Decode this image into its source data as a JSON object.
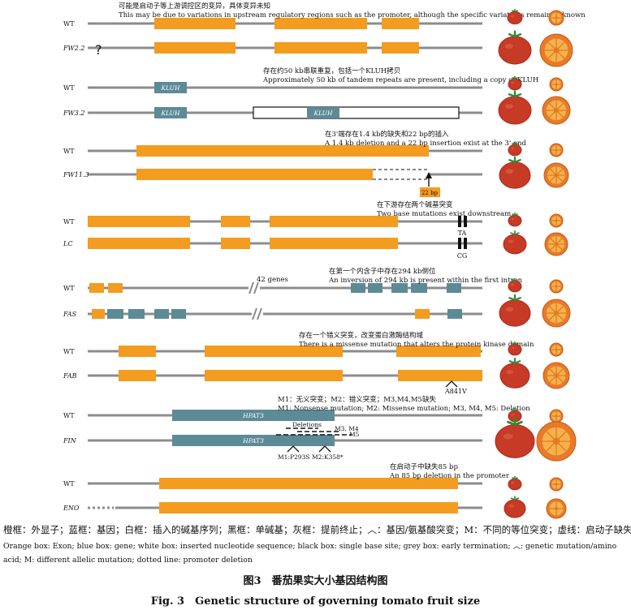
{
  "colors": {
    "exon": "#F39C1F",
    "gene": "#5D8A97",
    "line": "#8C8C8C",
    "tomato": "#C73A26",
    "tomato_dark": "#A82B1A",
    "leaf": "#2E8B3A",
    "section_cut": "#E87A2A",
    "section_inner": "#F6B14A"
  },
  "panels": [
    {
      "id": "fw22",
      "wt_label": "WT",
      "mut_label": "FW2.2",
      "note_zh": "可能是启动子等上游调控区的变异，具体变异未知",
      "note_en": "This may be due to variations in upstream regulatory regions such as the promoter, although the specific variations remain unknown",
      "mark": "?"
    },
    {
      "id": "fw32",
      "wt_label": "WT",
      "mut_label": "FW3.2",
      "note_zh": "存在约50 kb串联重复，包括一个KLUH拷贝",
      "note_en": "Approximately 50 kb of tandem repeats are present, including a copy of KLUH",
      "gene": "KLUH"
    },
    {
      "id": "fw113",
      "wt_label": "WT",
      "mut_label": "FW11.3",
      "note_zh": "在3'端存在1.4 kb的缺失和22 bp的插入",
      "note_en": "A 1.4 kb deletion and a 22 bp insertion exist at the 3' end",
      "mark": "22 bp"
    },
    {
      "id": "lc",
      "wt_label": "WT",
      "mut_label": "LC",
      "note_zh": "在下游存在两个碱基突变",
      "note_en": "Two base mutations exist downstream",
      "wt_base": "TA",
      "mut_base": "CG"
    },
    {
      "id": "fas",
      "wt_label": "WT",
      "mut_label": "FAS",
      "note_zh": "在第一个内含子中存在294 kb倒位",
      "note_en": "An inversion of 294 kb is present within the first intron",
      "mark": "42 genes"
    },
    {
      "id": "fab",
      "wt_label": "WT",
      "mut_label": "FAB",
      "note_zh": "存在一个错义突变，改变蛋白激酶结构域",
      "note_en": "There is a missense mutation that alters the protein kinase domain",
      "mark": "A841V"
    },
    {
      "id": "fin",
      "wt_label": "WT",
      "mut_label": "FIN",
      "note_zh": "M1：无义突变；M2：错义突变；M3,M4,M5缺失",
      "note_en": "M1: Nonsense mutation; M2: Missense mutation; M3, M4, M5: Deletion",
      "gene": "HPAT3",
      "deletions": "Deletions",
      "m3m4": "M3, M4",
      "m5": "M5",
      "m1": "M1:P293S",
      "m2": "M2:K358*"
    },
    {
      "id": "eno",
      "wt_label": "WT",
      "mut_label": "ENO",
      "note_zh": "在启动子中缺失85 bp",
      "note_en": "An 85 bp deletion in the promoter"
    }
  ],
  "legend_zh": "橙框：外显子；蓝框：基因；白框：插入的碱基序列；黑框：单碱基；灰框：提前终止；︿：基因/氨基酸突变；M：不同的等位突变；虚线：启动子缺失",
  "legend_en": "Orange box: Exon; blue box: gene; white box: inserted nucleotide sequence; black box: single base site; grey box: early termination; ︿: genetic mutation/amino acid; M: different allelic mutation; dotted line: promoter deletion",
  "caption_zh": "图3　番茄果实大小基因结构图",
  "caption_en": "Fig. 3　Genetic structure of governing tomato fruit size"
}
